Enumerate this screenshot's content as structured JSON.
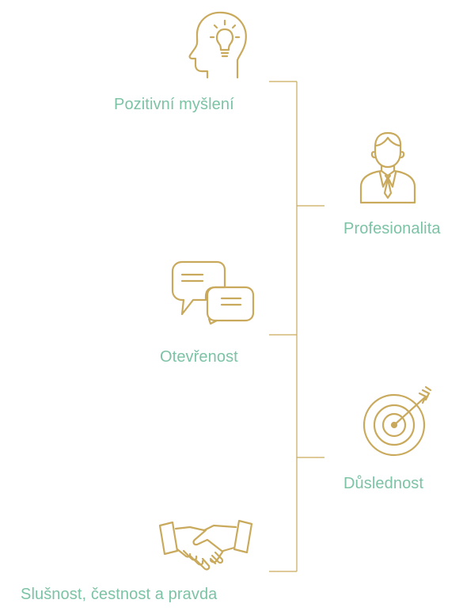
{
  "colors": {
    "icon_gold": "#C9A95C",
    "line_gold": "#C9A95C",
    "label_teal": "#7CC3A5"
  },
  "values": [
    {
      "key": "positive",
      "icon": "head-lightbulb-icon",
      "label": "Pozitivní myšlení"
    },
    {
      "key": "professional",
      "icon": "businessman-icon",
      "label": "Profesionalita"
    },
    {
      "key": "openness",
      "icon": "speech-bubbles-icon",
      "label": "Otevřenost"
    },
    {
      "key": "consistency",
      "icon": "target-arrow-icon",
      "label": "Důslednost"
    },
    {
      "key": "decency",
      "icon": "handshake-icon",
      "label": "Slušnost, čestnost a pravda"
    }
  ]
}
